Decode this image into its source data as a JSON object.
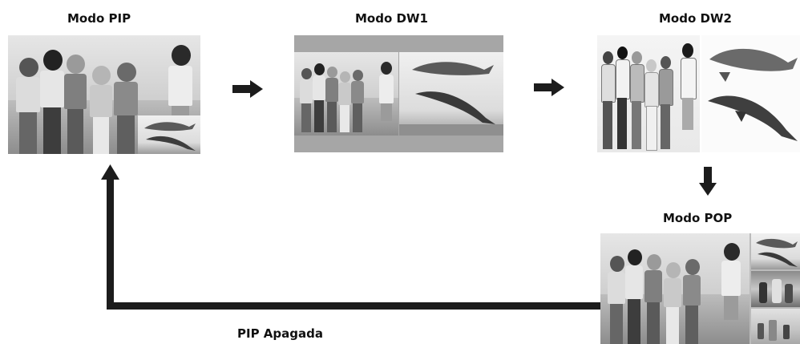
{
  "modes": {
    "pip": "Modo PIP",
    "dw1": "Modo DW1",
    "dw2": "Modo DW2",
    "pop": "Modo POP"
  },
  "off_label": "PIP Apagada",
  "colors": {
    "arrow": "#1c1c1c",
    "frame_gray": "#a9a9a9"
  },
  "icons": {
    "arrow_right": "arrow-right-icon",
    "arrow_down": "arrow-down-icon",
    "arrow_up": "arrow-up-icon"
  }
}
